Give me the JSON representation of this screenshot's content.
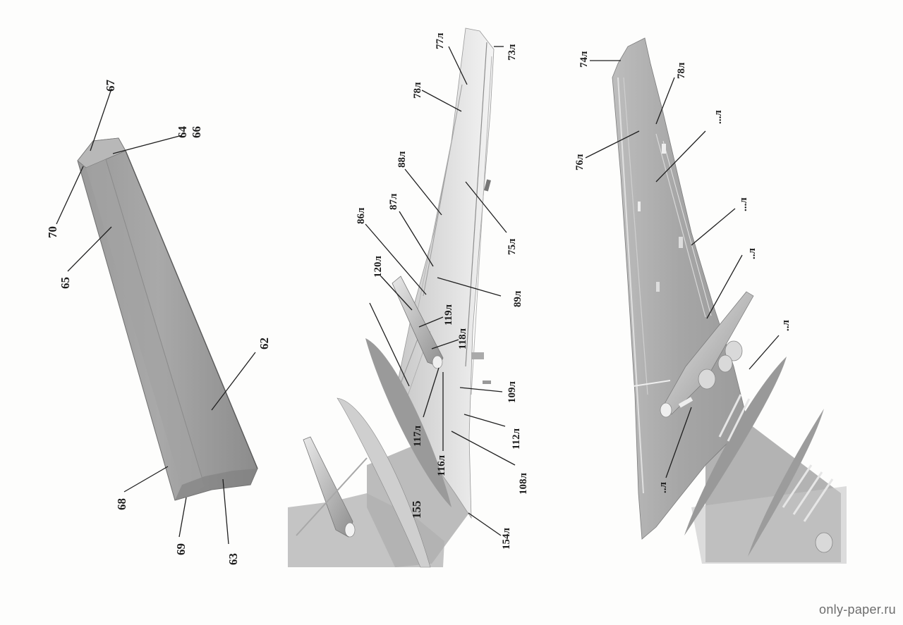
{
  "panels": {
    "left_wing": {
      "labels": {
        "l67": "67",
        "l64": "64",
        "l66": "66",
        "l70": "70",
        "l65": "65",
        "l62": "62",
        "l68": "68",
        "l69": "69",
        "l63": "63"
      }
    },
    "middle_wing": {
      "labels": {
        "l77": "77л",
        "l73": "73л",
        "l78": "78л",
        "l88": "88л",
        "l87": "87л",
        "l86": "86л",
        "l75": "75л",
        "l120": "120л",
        "l89": "89л",
        "l119": "119л",
        "l118": "118л",
        "l109": "109л",
        "l117": "117л",
        "l112": "112л",
        "l116": "116л",
        "l108": "108л",
        "l155": "155",
        "l154": "154л"
      }
    },
    "right_wing": {
      "labels": {
        "l74": "74л",
        "l78": "78л",
        "l76": "76л",
        "lr1": "...л",
        "lr2": "...л",
        "lr3": "..л",
        "lr4": "..л",
        "lr5": "..л"
      }
    }
  },
  "watermark": "only-paper.ru"
}
